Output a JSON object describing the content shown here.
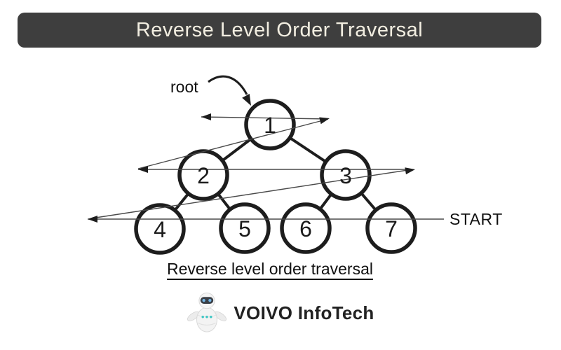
{
  "header": {
    "title": "Reverse Level Order Traversal"
  },
  "diagram": {
    "root_pointer_label": "root",
    "start_label": "START",
    "nodes": [
      {
        "label": "1",
        "level": 1
      },
      {
        "label": "2",
        "level": 2
      },
      {
        "label": "3",
        "level": 2
      },
      {
        "label": "4",
        "level": 3
      },
      {
        "label": "5",
        "level": 3
      },
      {
        "label": "6",
        "level": 3
      },
      {
        "label": "7",
        "level": 3
      }
    ],
    "edges": [
      [
        "1",
        "2"
      ],
      [
        "1",
        "3"
      ],
      [
        "2",
        "4"
      ],
      [
        "2",
        "5"
      ],
      [
        "3",
        "6"
      ],
      [
        "3",
        "7"
      ]
    ],
    "traversal_levels_order": "bottom level first, each level read right-to-left"
  },
  "caption": "Reverse level order traversal",
  "footer": {
    "brand": "VOIVO InfoTech"
  },
  "colors": {
    "header_bg": "#3e3e3e",
    "header_text": "#f2eee1",
    "diagram_ink": "#1d1d1d",
    "traversal_line": "#4a4a4a",
    "robot_accent_teal": "#3ec6c4",
    "robot_eye_blue": "#74b6e6",
    "robot_visor": "#3a3f46"
  }
}
